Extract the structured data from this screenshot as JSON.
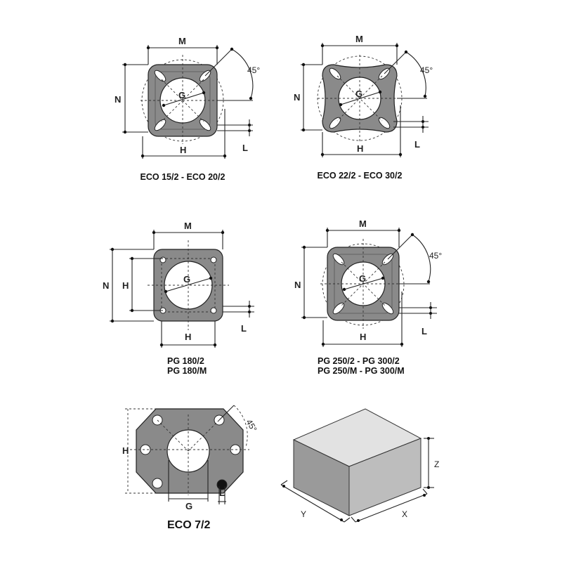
{
  "colors": {
    "flange": "#8a8a8a",
    "flange_dark": "#6e6e6e",
    "hole": "#ffffff",
    "line": "#222222",
    "box_top": "#e2e2e2",
    "box_front": "#9a9a9a",
    "box_side": "#bdbdbd"
  },
  "diagrams": [
    {
      "caption_lines": [
        "ECO 15/2 - ECO 20/2"
      ],
      "labels": {
        "m": "M",
        "n": "N",
        "g": "G",
        "h": "H",
        "l": "L",
        "angle": "45°"
      }
    },
    {
      "caption_lines": [
        "ECO 22/2 - ECO 30/2"
      ],
      "labels": {
        "m": "M",
        "n": "N",
        "g": "G",
        "h": "H",
        "l": "L",
        "angle": "45°"
      }
    },
    {
      "caption_lines": [
        "PG 180/2",
        "PG 180/M"
      ],
      "labels": {
        "m": "M",
        "n": "N",
        "g": "G",
        "h": "H",
        "h2": "H",
        "l": "L"
      }
    },
    {
      "caption_lines": [
        "PG 250/2 - PG 300/2",
        "PG 250/M - PG 300/M"
      ],
      "labels": {
        "m": "M",
        "n": "N",
        "g": "G",
        "h": "H",
        "l": "L",
        "angle": "45°"
      }
    },
    {
      "caption_lines": [
        "ECO 7/2"
      ],
      "labels": {
        "h": "H",
        "g": "G",
        "l": "L",
        "angle": "45°"
      }
    },
    {
      "caption_lines": [],
      "labels": {
        "x": "X",
        "y": "Y",
        "z": "Z"
      }
    }
  ]
}
